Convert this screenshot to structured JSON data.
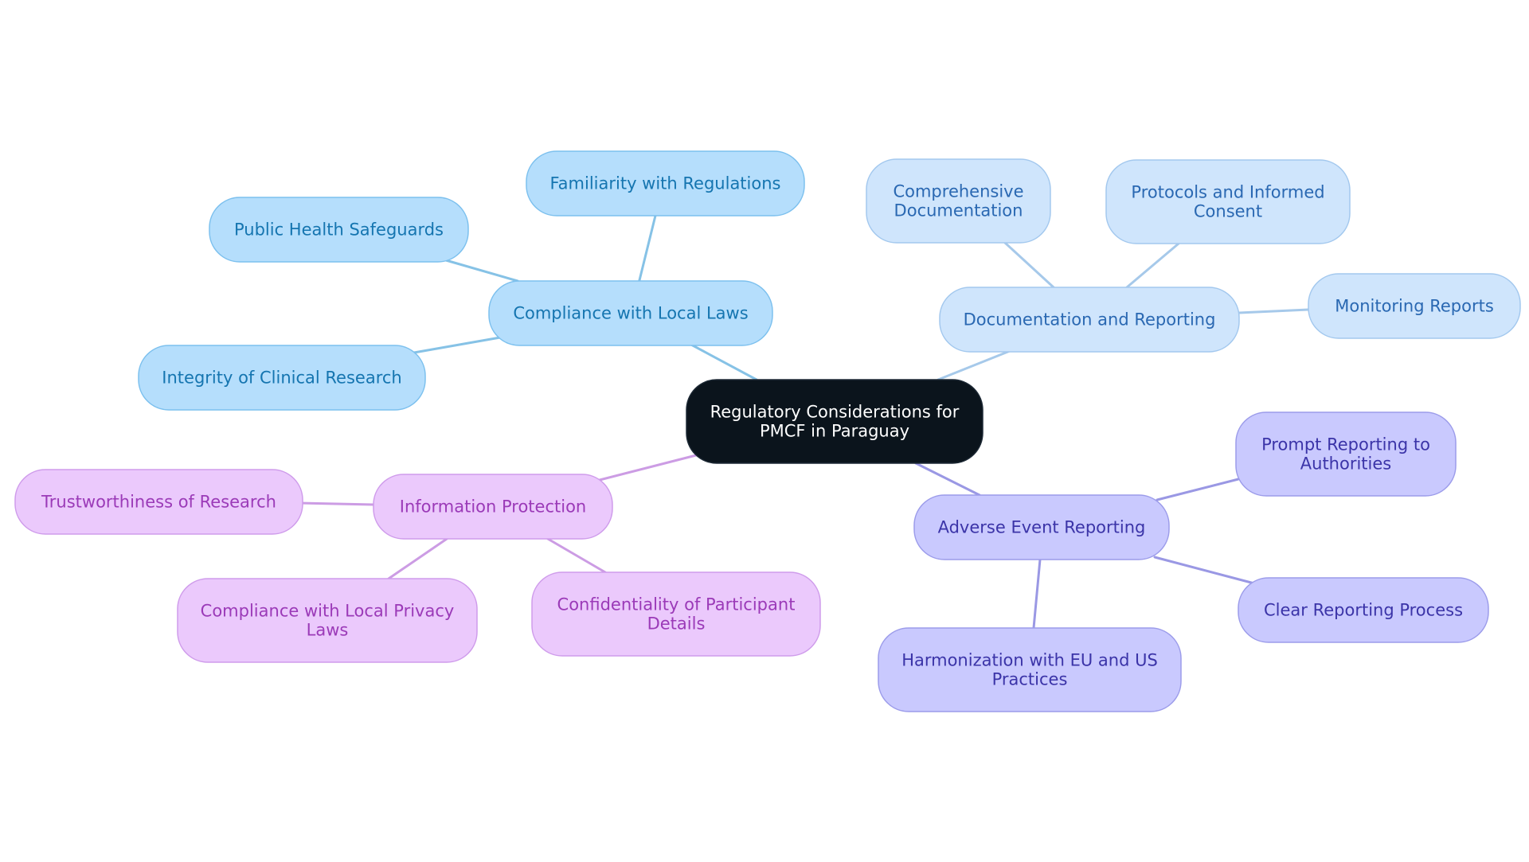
{
  "colors": {
    "background": "#ffffff",
    "root_fill": "#0b141c",
    "root_stroke": "#1e2a36",
    "root_text": "#ffffff",
    "blue_fill": "#b5defc",
    "blue_stroke": "#7cc0ee",
    "blue_text": "#1575b0",
    "blue_line": "#86c2e6",
    "lightblue_fill": "#cfe5fc",
    "lightblue_stroke": "#a3c8ee",
    "lightblue_text": "#2a68b2",
    "lightblue_line": "#a6c9ea",
    "purple_fill": "#c9c9fe",
    "purple_stroke": "#9c9cea",
    "purple_text": "#3b34a8",
    "purple_line": "#9a98e4",
    "pink_fill": "#ebc9fc",
    "pink_stroke": "#cf9ceb",
    "pink_text": "#9b3ab8",
    "pink_line": "#cc9ce4"
  },
  "root": {
    "label_lines": [
      "Regulatory Considerations for",
      "PMCF in Paraguay"
    ]
  },
  "branches": [
    {
      "key": "compliance",
      "palette": "blue",
      "label_lines": [
        "Compliance with Local Laws"
      ],
      "children": [
        {
          "label_lines": [
            "Familiarity with Regulations"
          ]
        },
        {
          "label_lines": [
            "Public Health Safeguards"
          ]
        },
        {
          "label_lines": [
            "Integrity of Clinical Research"
          ]
        }
      ]
    },
    {
      "key": "documentation",
      "palette": "lightblue",
      "label_lines": [
        "Documentation and Reporting"
      ],
      "children": [
        {
          "label_lines": [
            "Comprehensive",
            "Documentation"
          ]
        },
        {
          "label_lines": [
            "Protocols and Informed",
            "Consent"
          ]
        },
        {
          "label_lines": [
            "Monitoring Reports"
          ]
        }
      ]
    },
    {
      "key": "adverse",
      "palette": "purple",
      "label_lines": [
        "Adverse Event Reporting"
      ],
      "children": [
        {
          "label_lines": [
            "Prompt Reporting to",
            "Authorities"
          ]
        },
        {
          "label_lines": [
            "Clear Reporting Process"
          ]
        },
        {
          "label_lines": [
            "Harmonization with EU and US",
            "Practices"
          ]
        }
      ]
    },
    {
      "key": "information",
      "palette": "pink",
      "label_lines": [
        "Information Protection"
      ],
      "children": [
        {
          "label_lines": [
            "Trustworthiness of Research"
          ]
        },
        {
          "label_lines": [
            "Compliance with Local Privacy",
            "Laws"
          ]
        },
        {
          "label_lines": [
            "Confidentiality of Participant",
            "Details"
          ]
        }
      ]
    }
  ]
}
